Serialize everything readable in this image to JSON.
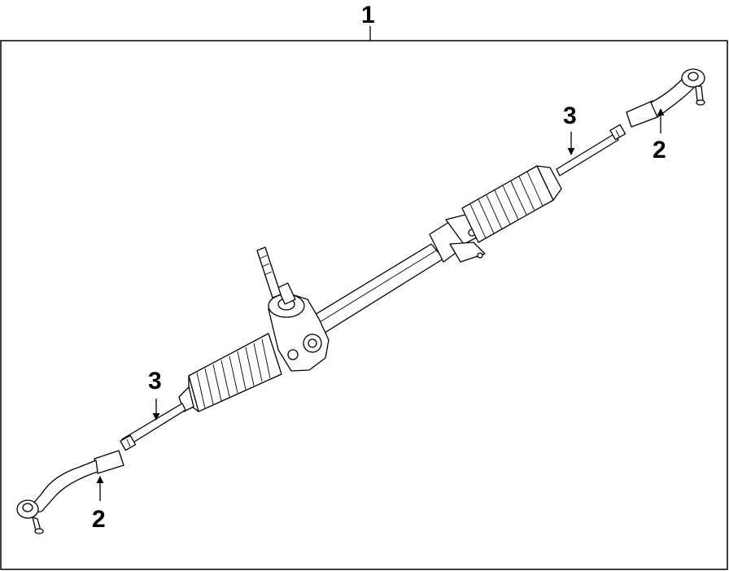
{
  "callouts": {
    "assembly": "1",
    "tie_rod_end_left": "2",
    "tie_rod_end_right": "2",
    "inner_tie_rod_left": "3",
    "inner_tie_rod_right": "3"
  },
  "colors": {
    "line": "#000000",
    "background": "#ffffff"
  }
}
